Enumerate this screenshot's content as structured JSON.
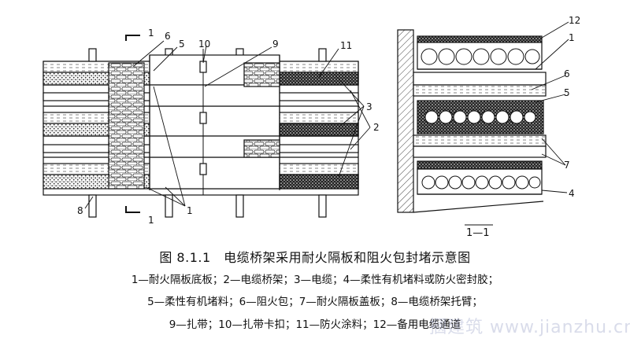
{
  "figure": {
    "title": "图 8.1.1　电缆桥架采用耐火隔板和阻火包封堵示意图",
    "legend_lines": [
      "1—耐火隔板底板；2—电缆桥架；3—电缆；4—柔性有机堵料或防火密封胶；",
      "5—柔性有机堵料；6—阻火包；7—耐火隔板盖板；8—电缆桥架托臂；",
      "9—扎带；10—扎带卡扣；11—防火涂料；12—备用电缆通道"
    ]
  },
  "plan_view": {
    "section_mark_top": "1",
    "section_mark_bottom": "1",
    "callouts": [
      "1",
      "2",
      "3",
      "5",
      "6",
      "8",
      "9",
      "10",
      "11"
    ]
  },
  "section_view": {
    "label": "1—1",
    "callouts": [
      "1",
      "4",
      "5",
      "6",
      "7",
      "12"
    ]
  },
  "watermark": "摑建筑 www.jianzhu.cn",
  "colors": {
    "line": "#111111",
    "hatch": "#555555",
    "background": "#ffffff"
  }
}
